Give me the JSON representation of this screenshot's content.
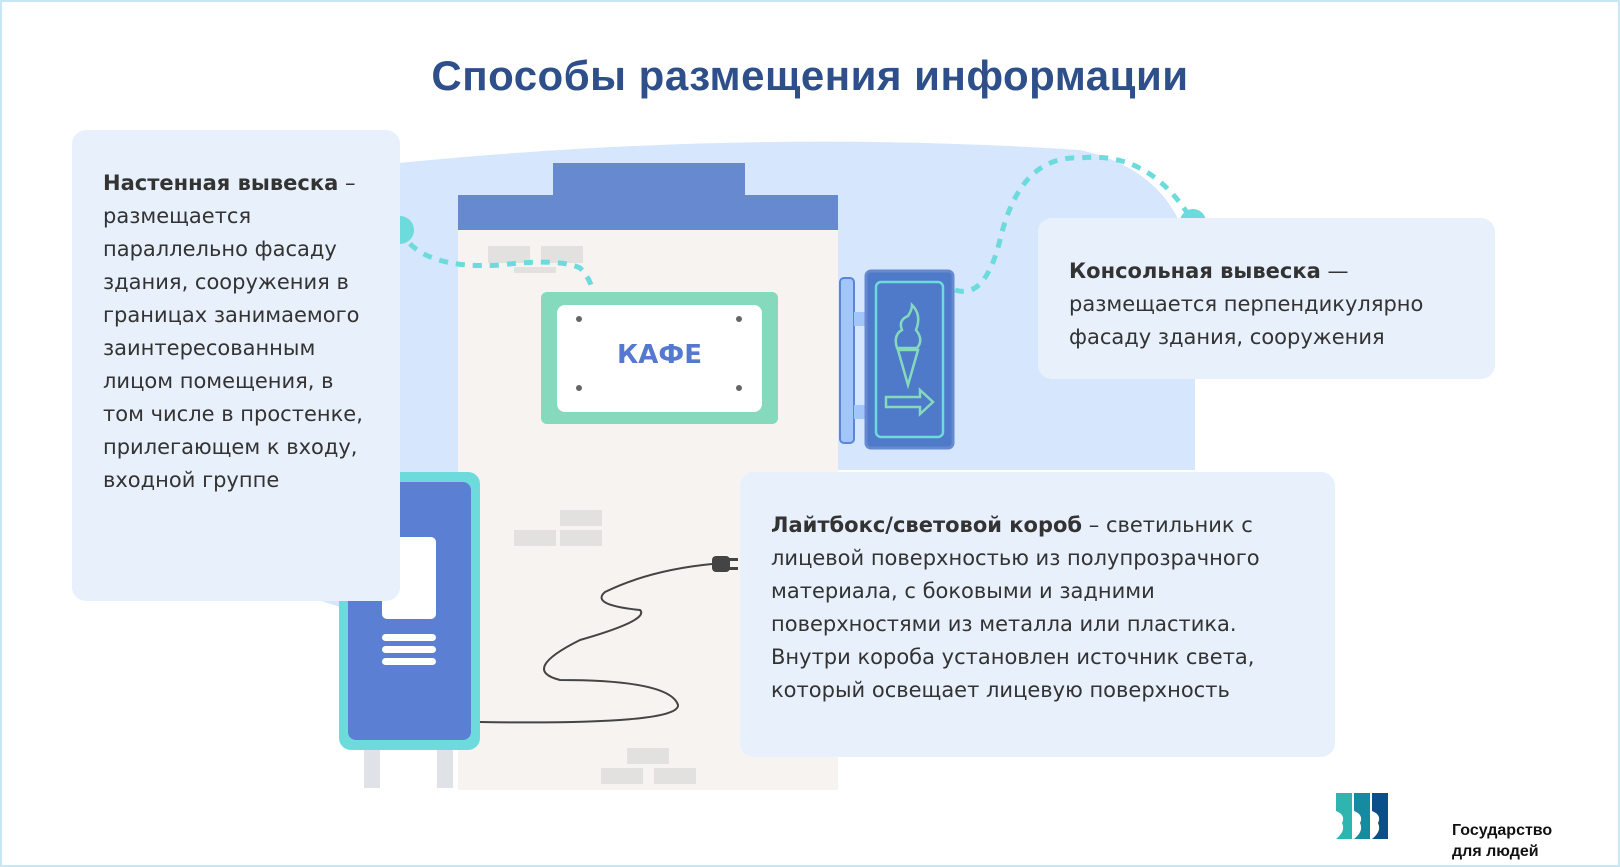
{
  "title": "Способы размещения информации",
  "wall_sign": {
    "term": "Настенная вывеска",
    "dash": " –",
    "description": "размещается параллельно фасаду здания, сооружения в границах занимаемого заинтересованным лицом помещения, в том числе в простенке, прилегающем к входу, входной группе"
  },
  "console_sign": {
    "term": "Консольная вывеска",
    "dash": " —",
    "description": "размещается перпендикулярно фасаду здания, сооружения"
  },
  "lightbox": {
    "term": "Лайтбокс/световой короб",
    "dash": " – ",
    "description": "светильник с лицевой поверхностью из полупрозрачного материала, с боковыми и задними поверхностями из металла или пластика. Внутри короба установлен источник света, который освещает лицевую поверхность"
  },
  "cafe_sign_text": "КАФЕ",
  "logo": {
    "line1": "Государство",
    "line2": "для людей"
  },
  "colors": {
    "title": "#2f4f8a",
    "card": "#e8f0fc",
    "building": "#6689d0",
    "accent": "#6ddbdc",
    "sign_frame": "#85d9bc"
  }
}
